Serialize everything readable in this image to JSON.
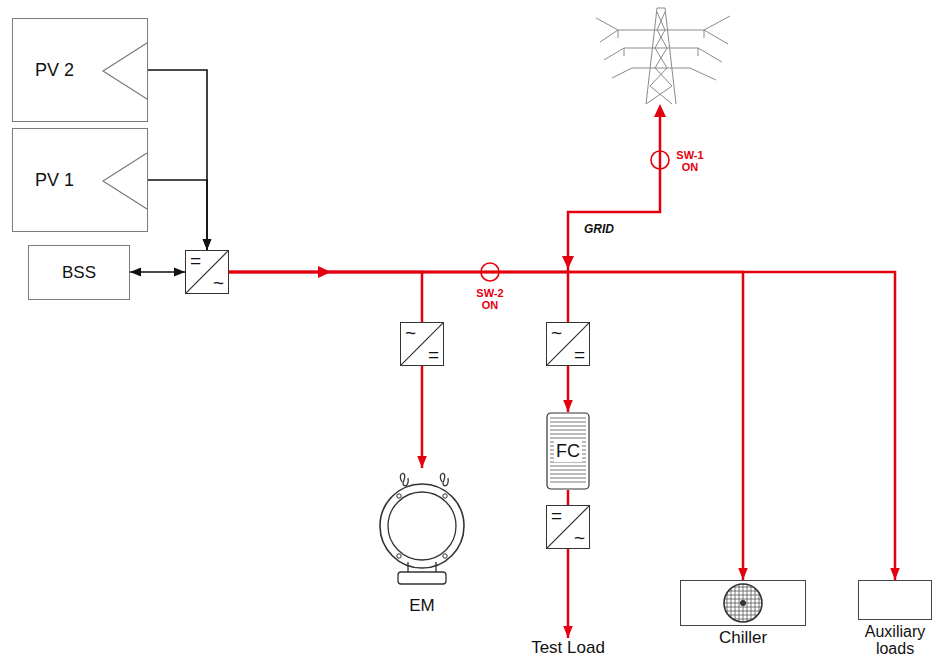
{
  "diagram": {
    "nodes": [
      {
        "text": [
          "PV 2"
        ]
      },
      {
        "text": [
          "PV 1"
        ]
      },
      {
        "text": [
          "BSS"
        ]
      },
      {
        "text": [
          "=",
          "~"
        ]
      },
      {
        "text": [
          "~",
          "="
        ]
      },
      {
        "text": [
          "~",
          "="
        ]
      },
      {
        "text": [
          "FC"
        ]
      },
      {
        "text": [
          "=",
          "~"
        ]
      },
      {
        "text": [
          "EM"
        ]
      },
      {
        "text": [
          "Test Load"
        ]
      },
      {
        "text": [
          "Chiller"
        ]
      },
      {
        "text": [
          "Auxiliary loads"
        ]
      }
    ],
    "edges": [
      {
        "from": 0,
        "to": 3,
        "arrow": "to"
      },
      {
        "from": 1,
        "to": 3,
        "arrow": "to"
      },
      {
        "from": 2,
        "to": 3,
        "arrow": "both"
      },
      {
        "from": 3,
        "to": 4,
        "arrow": "none"
      },
      {
        "from": 3,
        "to": 5,
        "arrow": "none"
      },
      {
        "from": 3,
        "to": 10,
        "arrow": "to"
      },
      {
        "from": 3,
        "to": 11,
        "arrow": "to"
      },
      {
        "from": 4,
        "to": 8,
        "arrow": "to"
      },
      {
        "from": 5,
        "to": 6,
        "arrow": "to"
      },
      {
        "from": 6,
        "to": 7,
        "arrow": "none"
      },
      {
        "from": 7,
        "to": 9,
        "arrow": "to"
      }
    ],
    "labels": [
      "SW-1 ON",
      "GRID",
      "SW-2 ON"
    ]
  }
}
